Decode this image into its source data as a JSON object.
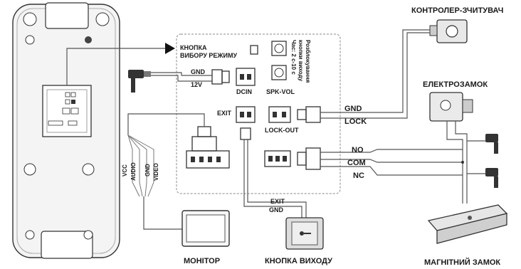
{
  "labels": {
    "reader": "КОНТРОЛЕР-ЗЧИТУВАЧ",
    "electrolock": "ЕЛЕКТРОЗАМОК",
    "magnetic_lock": "МАГНІТНИЙ ЗАМОК",
    "exit_button": "КНОПКА ВИХОДУ",
    "monitor": "МОНІТОР",
    "mode_button_line1": "КНОПКА",
    "mode_button_line2": "ВИБОРУ РЕЖИМУ",
    "unlock_line1": "Розблокування",
    "unlock_line2": "кнопки виходу",
    "unlock_line3": "Час: 2 с-10 с",
    "gnd": "GND",
    "v12": "12V",
    "dcin": "DCIN",
    "spk_vol": "SPK-VOL",
    "exit": "EXIT",
    "lock_out": "LOCK-OUT",
    "wire_gnd": "GND",
    "wire_lock": "LOCK",
    "wire_no": "NO",
    "wire_com": "COM",
    "wire_nc": "NC",
    "wire_exit": "EXIT",
    "wire_exit_gnd": "GND",
    "vcc": "VCC",
    "audio": "AUDIO",
    "gnd_vert": "GND",
    "video": "VIDEO"
  }
}
